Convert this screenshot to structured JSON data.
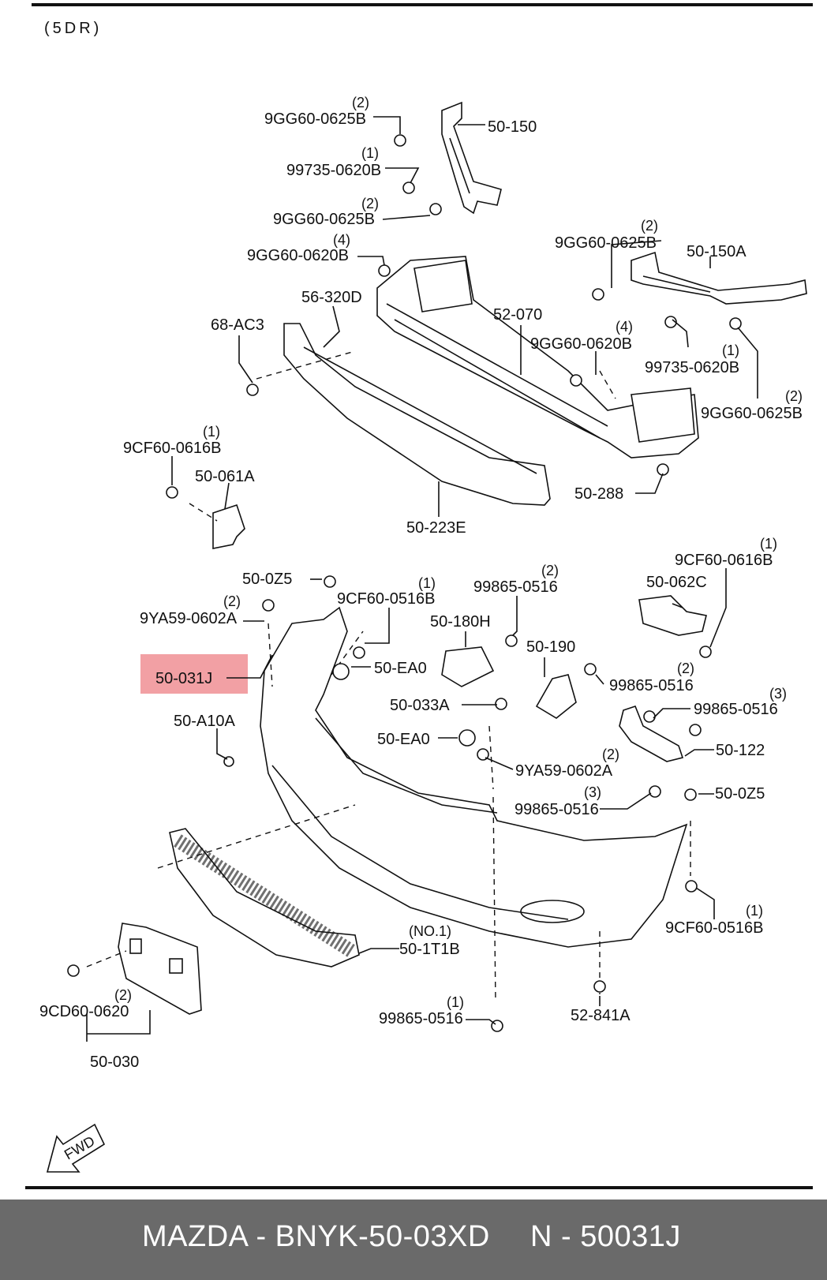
{
  "header_code": "(5DR)",
  "footer": {
    "brand_code": "MAZDA - BNYK-50-03XD",
    "part_number": "N - 50031J"
  },
  "highlight_color": "#f2a0a4",
  "callouts": [
    {
      "part": "9GG60-0625B",
      "qty": "(2)"
    },
    {
      "part": "50-150",
      "qty": ""
    },
    {
      "part": "99735-0620B",
      "qty": "(1)"
    },
    {
      "part": "9GG60-0625B",
      "qty": "(2)"
    },
    {
      "part": "9GG60-0625B",
      "qty": "(2)"
    },
    {
      "part": "50-150A",
      "qty": ""
    },
    {
      "part": "9GG60-0620B",
      "qty": "(4)"
    },
    {
      "part": "56-320D",
      "qty": ""
    },
    {
      "part": "52-070",
      "qty": ""
    },
    {
      "part": "68-AC3",
      "qty": ""
    },
    {
      "part": "9GG60-0620B",
      "qty": "(4)"
    },
    {
      "part": "99735-0620B",
      "qty": "(1)"
    },
    {
      "part": "9GG60-0625B",
      "qty": "(2)"
    },
    {
      "part": "9CF60-0616B",
      "qty": "(1)"
    },
    {
      "part": "50-061A",
      "qty": ""
    },
    {
      "part": "50-288",
      "qty": ""
    },
    {
      "part": "50-223E",
      "qty": ""
    },
    {
      "part": "9CF60-0616B",
      "qty": "(1)"
    },
    {
      "part": "50-0Z5",
      "qty": ""
    },
    {
      "part": "9CF60-0516B",
      "qty": "(1)"
    },
    {
      "part": "99865-0516",
      "qty": "(2)"
    },
    {
      "part": "50-062C",
      "qty": ""
    },
    {
      "part": "9YA59-0602A",
      "qty": "(2)"
    },
    {
      "part": "50-180H",
      "qty": ""
    },
    {
      "part": "50-190",
      "qty": ""
    },
    {
      "part": "50-031J",
      "qty": ""
    },
    {
      "part": "50-EA0",
      "qty": ""
    },
    {
      "part": "99865-0516",
      "qty": "(2)"
    },
    {
      "part": "50-033A",
      "qty": ""
    },
    {
      "part": "99865-0516",
      "qty": "(3)"
    },
    {
      "part": "50-A10A",
      "qty": ""
    },
    {
      "part": "50-EA0",
      "qty": ""
    },
    {
      "part": "50-122",
      "qty": ""
    },
    {
      "part": "9YA59-0602A",
      "qty": "(2)"
    },
    {
      "part": "99865-0516",
      "qty": "(3)"
    },
    {
      "part": "50-0Z5",
      "qty": ""
    },
    {
      "part": "9CF60-0516B",
      "qty": "(1)"
    },
    {
      "part": "50-1T1B",
      "qty": "(NO.1)"
    },
    {
      "part": "9CD60-0620",
      "qty": "(2)"
    },
    {
      "part": "50-030",
      "qty": ""
    },
    {
      "part": "99865-0516",
      "qty": "(1)"
    },
    {
      "part": "52-841A",
      "qty": ""
    }
  ],
  "fwd_arrow_text": "FWD"
}
